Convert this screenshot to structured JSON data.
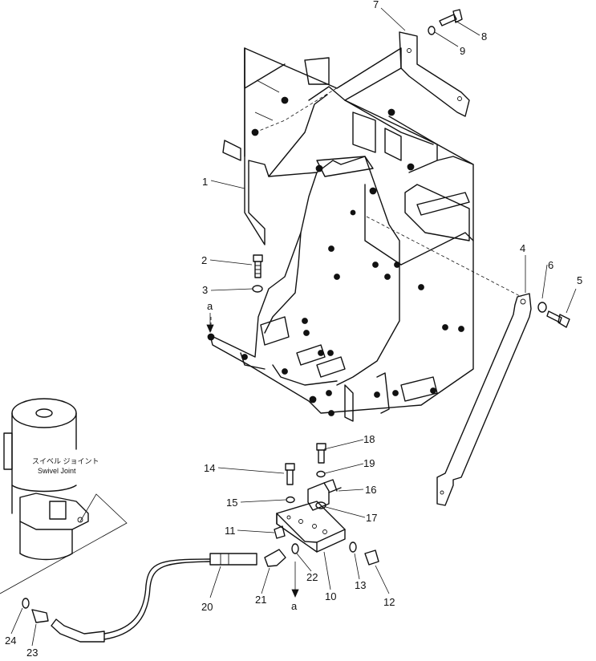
{
  "callouts": [
    {
      "id": "c1",
      "text": "1"
    },
    {
      "id": "c2",
      "text": "2"
    },
    {
      "id": "c3",
      "text": "3"
    },
    {
      "id": "c4",
      "text": "4"
    },
    {
      "id": "c5",
      "text": "5"
    },
    {
      "id": "c6",
      "text": "6"
    },
    {
      "id": "c7",
      "text": "7"
    },
    {
      "id": "c8",
      "text": "8"
    },
    {
      "id": "c9",
      "text": "9"
    },
    {
      "id": "c10",
      "text": "10"
    },
    {
      "id": "c11",
      "text": "11"
    },
    {
      "id": "c12",
      "text": "12"
    },
    {
      "id": "c13",
      "text": "13"
    },
    {
      "id": "c14",
      "text": "14"
    },
    {
      "id": "c15",
      "text": "15"
    },
    {
      "id": "c16",
      "text": "16"
    },
    {
      "id": "c17",
      "text": "17"
    },
    {
      "id": "c18",
      "text": "18"
    },
    {
      "id": "c19",
      "text": "19"
    },
    {
      "id": "c20",
      "text": "20"
    },
    {
      "id": "c21",
      "text": "21"
    },
    {
      "id": "c22",
      "text": "22"
    },
    {
      "id": "c23",
      "text": "23"
    },
    {
      "id": "c24",
      "text": "24"
    }
  ],
  "markers": {
    "a_top": "a",
    "a_bottom": "a"
  },
  "swivel_label": {
    "jp": "スイベル ジョイント",
    "en": "Swivel Joint"
  }
}
